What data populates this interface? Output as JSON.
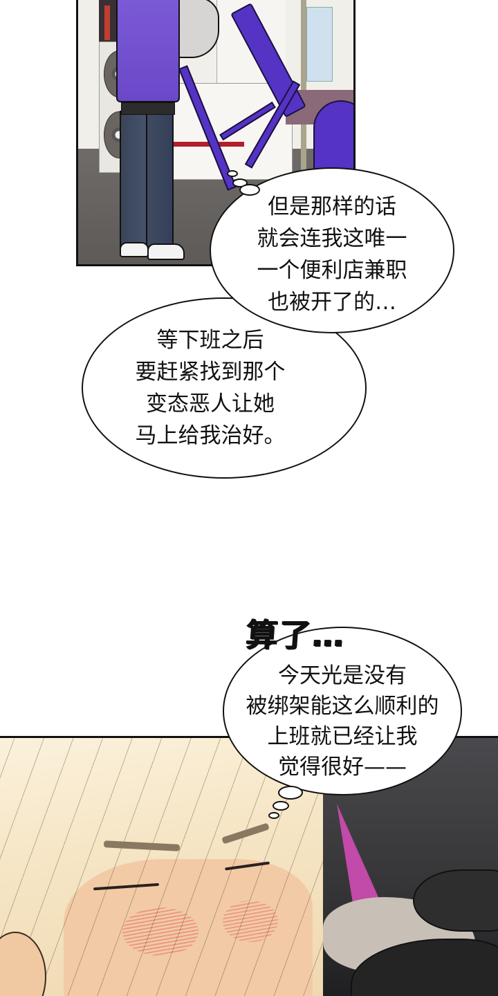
{
  "panels": [
    {
      "id": "panel-1",
      "scene": "convenience store exterior; worker in purple vest carrying purple plastic chair",
      "colors": {
        "vest": "#6a48c8",
        "chair": "#5533c4",
        "jeans": "#3f4b60",
        "floor": "#5e5a58",
        "stripe": "#b21f2a"
      }
    },
    {
      "id": "panel-2",
      "scene": "close-up of blonde character with eyes closed and blushing; gloved hand at right",
      "colors": {
        "hair": "#f6e6c6",
        "skin": "#f2cba6",
        "blush": "#e66e64",
        "background": "#2c2c2e",
        "accent": "#c24aa8"
      }
    }
  ],
  "bubbles": {
    "thought_1": {
      "type": "thought",
      "lines": [
        "但是那样的话",
        "就会连我这唯一",
        "一个便利店兼职",
        "也被开了的…"
      ]
    },
    "speech_2": {
      "type": "speech",
      "lines": [
        "等下班之后",
        "要赶紧找到那个",
        "变态恶人让她",
        "马上给我治好。"
      ]
    },
    "sfx": {
      "text": "算了…"
    },
    "thought_3": {
      "type": "thought",
      "lines": [
        "今天光是没有",
        "被绑架能这么顺利的",
        "上班就已经让我",
        "觉得很好——"
      ]
    }
  }
}
